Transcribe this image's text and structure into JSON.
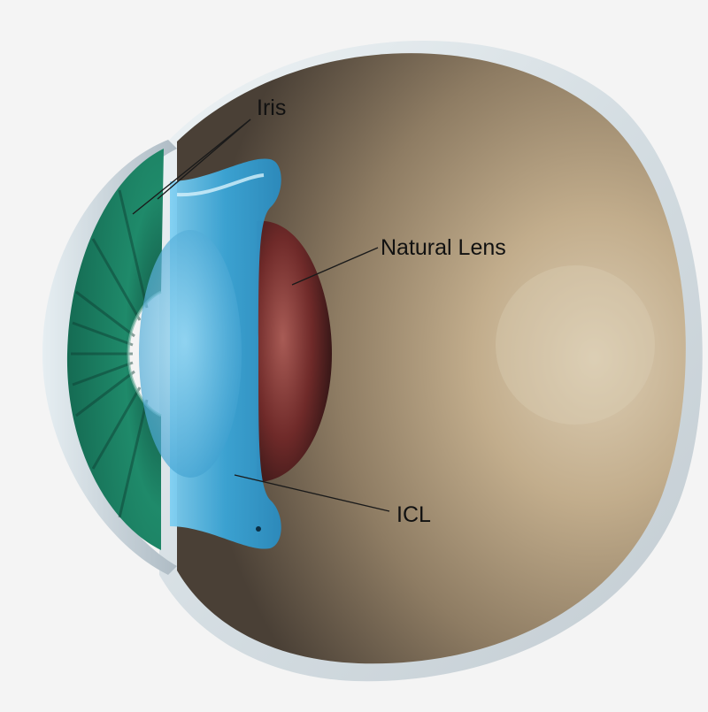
{
  "labels": {
    "iris": "Iris",
    "natural_lens": "Natural Lens",
    "icl": "ICL"
  },
  "colors": {
    "background": "#f4f4f4",
    "label_text": "#111111",
    "leader_line": "#1a1a1a",
    "iris_green": "#1f8a6a",
    "icl_blue": "#3aa6d8",
    "natural_lens_red": "#7a2a2a",
    "eye_interior": "#b9a485",
    "sclera": "#dfe6ea"
  },
  "parts": [
    {
      "name": "cornea",
      "icon": "curved-dome"
    },
    {
      "name": "iris",
      "icon": "radial-striped-band"
    },
    {
      "name": "icl",
      "icon": "implantable-collamer-lens"
    },
    {
      "name": "natural-lens",
      "icon": "biconvex-lens"
    },
    {
      "name": "eyeball",
      "icon": "sphere"
    }
  ]
}
